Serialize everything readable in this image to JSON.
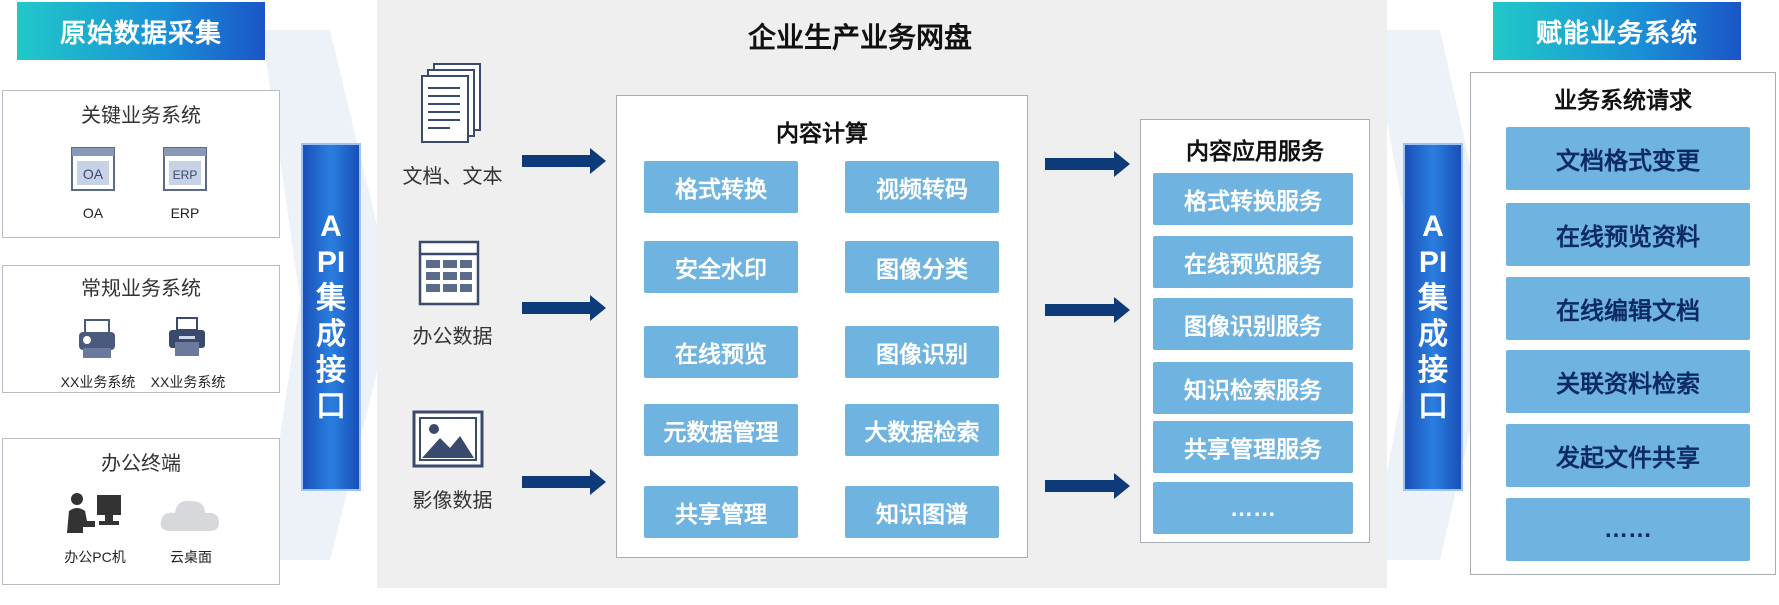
{
  "left": {
    "header": "原始数据采集",
    "groups": [
      {
        "title": "关键业务系统",
        "items": [
          {
            "label": "OA",
            "icon": "oa-window-icon"
          },
          {
            "label": "ERP",
            "icon": "erp-window-icon"
          }
        ]
      },
      {
        "title": "常规业务系统",
        "items": [
          {
            "label": "XX业务系统",
            "icon": "fax-machine-icon"
          },
          {
            "label": "XX业务系统",
            "icon": "printer-icon"
          }
        ]
      },
      {
        "title": "办公终端",
        "items": [
          {
            "label": "办公PC机",
            "icon": "pc-user-icon"
          },
          {
            "label": "云桌面",
            "icon": "cloud-icon"
          }
        ]
      }
    ]
  },
  "api_left": "API集成接口",
  "api_right": "API集成接口",
  "center": {
    "title": "企业生产业务网盘",
    "data_types": [
      {
        "label": "文档、文本",
        "icon": "document-stack-icon"
      },
      {
        "label": "办公数据",
        "icon": "spreadsheet-icon"
      },
      {
        "label": "影像数据",
        "icon": "image-icon"
      }
    ],
    "compute": {
      "title": "内容计算",
      "chips": [
        "格式转换",
        "视频转码",
        "安全水印",
        "图像分类",
        "在线预览",
        "图像识别",
        "元数据管理",
        "大数据检索",
        "共享管理",
        "知识图谱"
      ]
    },
    "services": {
      "title": "内容应用服务",
      "items": [
        "格式转换服务",
        "在线预览服务",
        "图像识别服务",
        "知识检索服务",
        "共享管理服务",
        "……"
      ]
    }
  },
  "right": {
    "header": "赋能业务系统",
    "panel_title": "业务系统请求",
    "items": [
      "文档格式变更",
      "在线预览资料",
      "在线编辑文档",
      "关联资料检索",
      "发起文件共享",
      "……"
    ]
  },
  "colors": {
    "accent_blue": "#1a4fb8",
    "chip_blue": "#6fb3e0",
    "arrow_navy": "#0d3b7a",
    "teal": "#20c9c9"
  }
}
